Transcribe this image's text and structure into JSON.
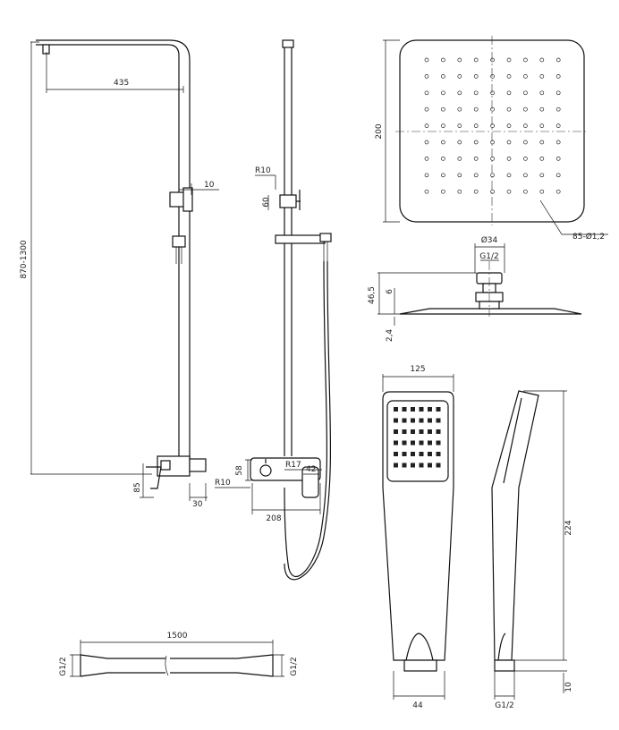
{
  "title": "Shower set technical drawing",
  "dims": {
    "arm_length": "435",
    "bracket_offset": "10",
    "height_range": "870-1300",
    "mixer_height": "85",
    "mixer_depth": "30",
    "bracket_radius": "R10",
    "bracket_height": "60",
    "mixer_radius": "R10",
    "mixer_box_height": "58",
    "knob_radius": "R17",
    "lever_width": "42",
    "mixer_width": "208",
    "head_size": "200",
    "head_holes": "85-Ø1,2",
    "connector_diameter": "Ø34",
    "connector_thread": "G1/2",
    "head_total_height": "46,5",
    "head_offset": "6",
    "head_thickness": "2,4",
    "hand_width": "125",
    "hand_length": "224",
    "hand_base_width": "44",
    "hand_thread": "G1/2",
    "hand_thread_length": "10",
    "hose_length": "1500",
    "hose_thread_left": "G1/2",
    "hose_thread_right": "G1/2"
  }
}
